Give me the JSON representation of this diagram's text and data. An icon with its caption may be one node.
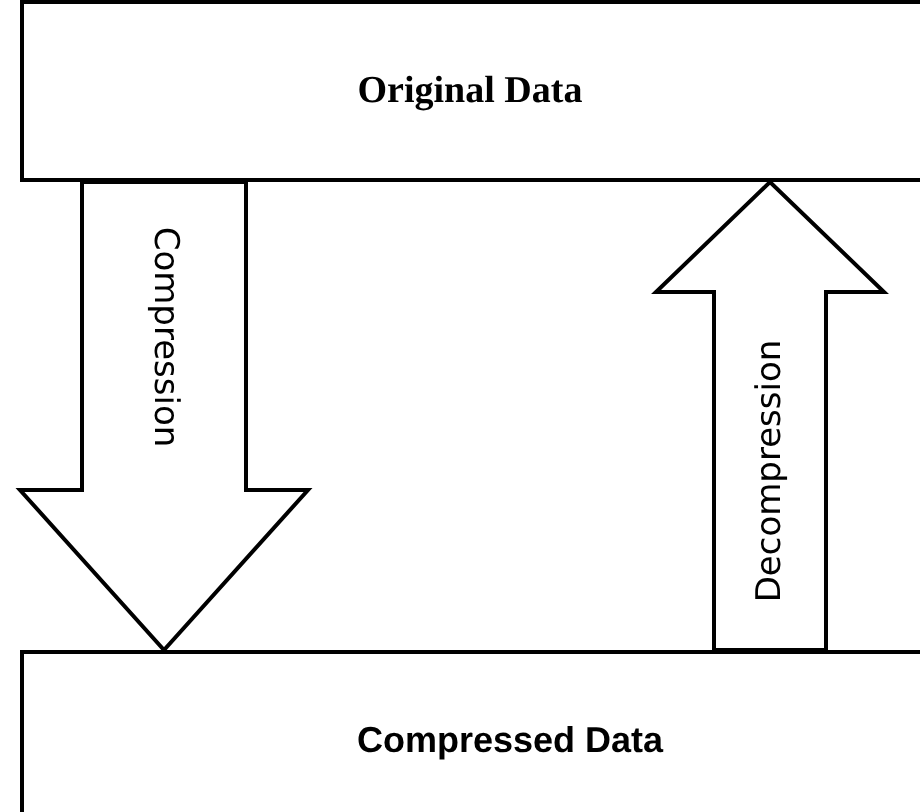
{
  "diagram": {
    "nodes": [
      {
        "text": [
          "Original Data"
        ]
      },
      {
        "text": [
          "Compressed Data"
        ]
      }
    ],
    "edges": [
      {
        "from": 0,
        "to": 1,
        "arrow": "to",
        "label": "Compression"
      },
      {
        "from": 1,
        "to": 0,
        "arrow": "to",
        "label": "Decompression"
      }
    ]
  }
}
